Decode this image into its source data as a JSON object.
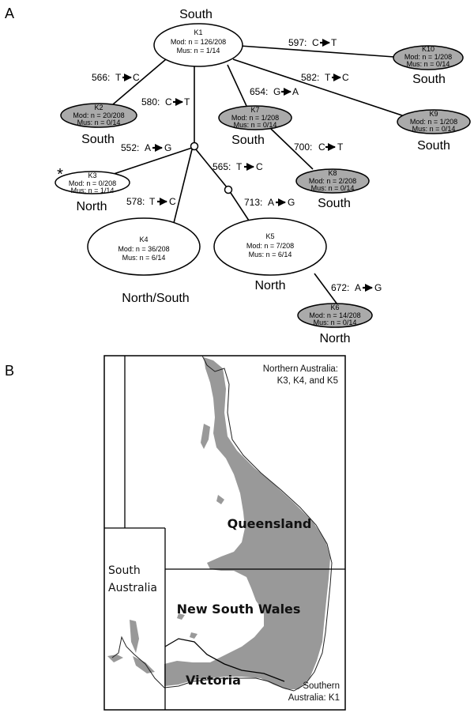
{
  "panels": {
    "a": "A",
    "b": "B"
  },
  "nodes": [
    {
      "id": "K1",
      "mod": "Mod: n = 126/208",
      "mus": "Mus: n = 1/14",
      "region": "South",
      "shaded": false
    },
    {
      "id": "K2",
      "mod": "Mod: n = 20/208",
      "mus": "Mus: n = 0/14",
      "region": "South",
      "shaded": true
    },
    {
      "id": "K3",
      "mod": "Mod: n = 0/208",
      "mus": "Mus: n = 1/14",
      "region": "North",
      "shaded": false,
      "marker": "*"
    },
    {
      "id": "K4",
      "mod": "Mod: n = 36/208",
      "mus": "Mus: n = 6/14",
      "region": "North/South",
      "shaded": false
    },
    {
      "id": "K5",
      "mod": "Mod: n = 7/208",
      "mus": "Mus: n = 6/14",
      "region": "North",
      "shaded": false
    },
    {
      "id": "K6",
      "mod": "Mod: n = 14/208",
      "mus": "Mus: n = 0/14",
      "region": "North",
      "shaded": true
    },
    {
      "id": "K7",
      "mod": "Mod: n = 1/208",
      "mus": "Mus: n = 0/14",
      "region": "South",
      "shaded": true
    },
    {
      "id": "K8",
      "mod": "Mod: n = 2/208",
      "mus": "Mus: n = 0/14",
      "region": "South",
      "shaded": true
    },
    {
      "id": "K9",
      "mod": "Mod: n = 1/208",
      "mus": "Mus: n = 0/14",
      "region": "South",
      "shaded": true
    },
    {
      "id": "K10",
      "mod": "Mod: n = 1/208",
      "mus": "Mus: n = 0/14",
      "region": "South",
      "shaded": true
    }
  ],
  "mutations": [
    {
      "pos": "566:",
      "from": "T",
      "to": "C"
    },
    {
      "pos": "580:",
      "from": "C",
      "to": "T"
    },
    {
      "pos": "597:",
      "from": "C",
      "to": "T"
    },
    {
      "pos": "582:",
      "from": "T",
      "to": "C"
    },
    {
      "pos": "654:",
      "from": "G",
      "to": "A"
    },
    {
      "pos": "700:",
      "from": "C",
      "to": "T"
    },
    {
      "pos": "552:",
      "from": "A",
      "to": "G"
    },
    {
      "pos": "565:",
      "from": "T",
      "to": "C"
    },
    {
      "pos": "578:",
      "from": "T",
      "to": "C"
    },
    {
      "pos": "713:",
      "from": "A",
      "to": "G"
    },
    {
      "pos": "672:",
      "from": "A",
      "to": "G"
    }
  ],
  "map": {
    "northern_note": [
      "Northern Australia:",
      "K3, K4, and K5"
    ],
    "southern_note": [
      "Southern",
      "Australia: K1"
    ],
    "states": {
      "queensland": "Queensland",
      "south_australia": [
        "South",
        "Australia"
      ],
      "nsw": "New South Wales",
      "victoria": "Victoria"
    },
    "colors": {
      "distribution": "#999999",
      "shaded_node": "#aaaaaa"
    }
  }
}
